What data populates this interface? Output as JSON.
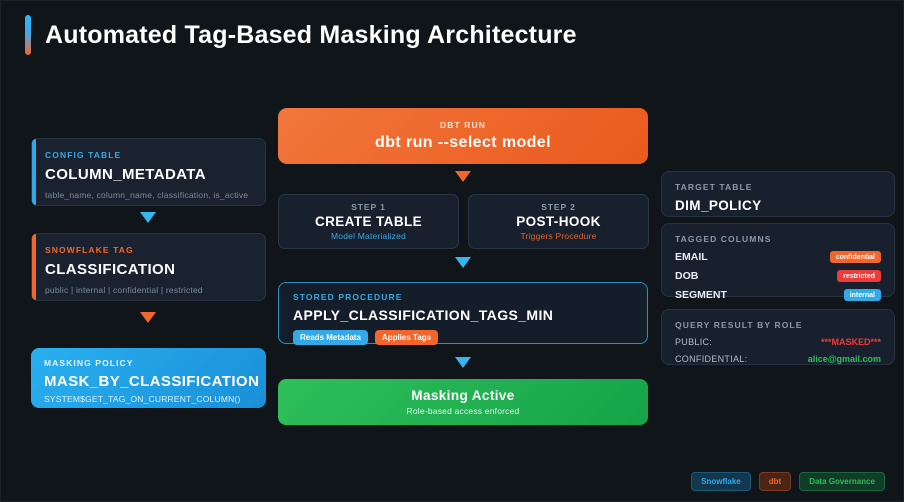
{
  "header": {
    "title": "Automated Tag-Based Masking Architecture"
  },
  "left_column": {
    "config_table": {
      "kicker": "CONFIG TABLE",
      "title": "COLUMN_METADATA",
      "subtitle": "table_name, column_name, classification, is_active"
    },
    "arrow_1": "down-arrow-blue",
    "snowflake_tag": {
      "kicker": "SNOWFLAKE TAG",
      "title": "CLASSIFICATION",
      "subtitle": "public | internal | confidential | restricted"
    },
    "arrow_2": "down-arrow-orange",
    "masking_policy": {
      "kicker": "MASKING POLICY",
      "title": "MASK_BY_CLASSIFICATION",
      "subtitle": "SYSTEM$GET_TAG_ON_CURRENT_COLUMN()"
    }
  },
  "center_column": {
    "dbt_run": {
      "kicker": "DBT RUN",
      "title": "dbt run --select model"
    },
    "steps": [
      {
        "kicker": "STEP 1",
        "title": "CREATE TABLE",
        "subtitle": "Model Materialized"
      },
      {
        "kicker": "STEP 2",
        "title": "POST-HOOK",
        "subtitle": "Triggers Procedure"
      }
    ],
    "stored_procedure": {
      "kicker": "STORED PROCEDURE",
      "title": "APPLY_CLASSIFICATION_TAGS_MIN",
      "badges": [
        "Reads Metadata",
        "Applies Tags"
      ]
    },
    "masking_active": {
      "title": "Masking Active",
      "subtitle": "Role-based access enforced"
    }
  },
  "right_column": {
    "target_table": {
      "kicker": "TARGET TABLE",
      "title": "DIM_POLICY"
    },
    "tagged_columns": {
      "kicker": "TAGGED COLUMNS",
      "rows": [
        {
          "name": "EMAIL",
          "tag": "confidential",
          "tag_class": "confidential"
        },
        {
          "name": "DOB",
          "tag": "restricted",
          "tag_class": "restricted"
        },
        {
          "name": "SEGMENT",
          "tag": "internal",
          "tag_class": "internal"
        }
      ]
    },
    "query_result": {
      "kicker": "QUERY RESULT BY ROLE",
      "rows": [
        {
          "label": "PUBLIC:",
          "value": "***MASKED***",
          "value_class": "masked"
        },
        {
          "label": "CONFIDENTIAL:",
          "value": "alice@gmail.com",
          "value_class": "plain"
        }
      ]
    }
  },
  "footer": {
    "badges": [
      "Snowflake",
      "dbt",
      "Data Governance"
    ]
  },
  "colors": {
    "background": "#101519",
    "accent_blue": "#33a9e8",
    "accent_orange": "#f2662c",
    "accent_green": "#2ebf5a",
    "accent_red": "#ef3b38",
    "card_bg": "#18202e"
  }
}
